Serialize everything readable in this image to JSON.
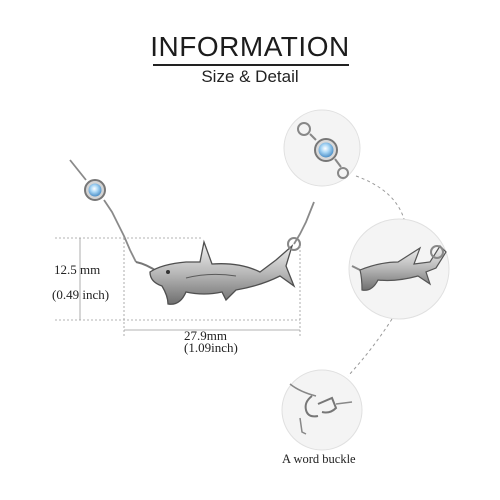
{
  "header": {
    "title": "INFORMATION",
    "subtitle": "Size & Detail"
  },
  "dimensions": {
    "height_mm": "12.5 mm",
    "height_inch": "(0.49 inch)",
    "width_mm": "27.9mm",
    "width_inch": "(1.09inch)"
  },
  "details": {
    "buckle_caption": "A word buckle"
  },
  "colors": {
    "metal": "#c9c9c9",
    "metal_dark": "#6e6e6e",
    "gem": "#8fc6ec",
    "circle_fill": "#f4f4f4",
    "dashed_line": "#999999"
  }
}
